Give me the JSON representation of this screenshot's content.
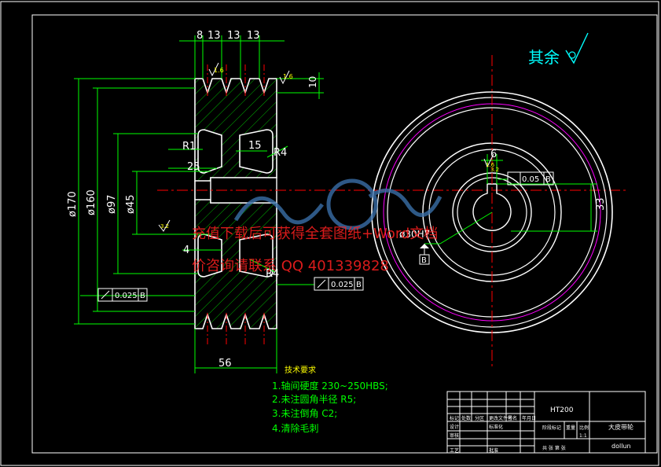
{
  "colors": {
    "background": "#000000",
    "outline": "#ffffff",
    "dimension": "#00ff00",
    "centerline": "#ff0000",
    "magenta": "#ff00ff",
    "cyan": "#00ffff",
    "yellow": "#ffff00",
    "watermark": "#ff2020",
    "watermark_logo": "#3a6fa8"
  },
  "roughness_note": {
    "text": "其余"
  },
  "dims": {
    "w8": "8",
    "w13a": "13",
    "w13b": "13",
    "w13c": "13",
    "d10": "10",
    "d170": "ø170",
    "d160": "ø160",
    "d97": "ø97",
    "d45": "ø45",
    "r1": "R1",
    "r4a": "R4",
    "r4b": "R4",
    "w15": "15",
    "w25": "25",
    "w4": "4",
    "w56": "56",
    "w6": "6",
    "h33": "33",
    "d30": "ø30H7",
    "rough1": "1.6",
    "rough2": "1.6",
    "rough3": "3.2",
    "rough4": "1.6",
    "rough5": "3.2"
  },
  "tolerances": {
    "left_value": "0.025",
    "left_datum": "B",
    "mid_value": "0.025",
    "mid_datum": "B",
    "right_value": "0.05",
    "right_datum": "B"
  },
  "datum": {
    "label": "B"
  },
  "notes": {
    "title": "技术要求",
    "lines": [
      "1.轴间硬度 230~250HBS;",
      "2.未注圆角半径 R5;",
      "3.未注倒角 C2;",
      "4.清除毛刺"
    ]
  },
  "watermark": {
    "line1": "充值下载后可获得全套图纸+Word文档",
    "line2": "价咨询请联系 QQ 401339828"
  },
  "title_block": {
    "material": "HT200",
    "part_name": "大皮带轮",
    "company": "dollun",
    "scale": "1:1",
    "sheet": "共 张 第 张",
    "ratio": "1:1",
    "h1": "标记",
    "h2": "处数",
    "h3": "分区",
    "h4": "更改文件号",
    "h5": "签名",
    "h6": "年月日",
    "r1": "设计",
    "r2": "审核",
    "r3": "工艺",
    "std": "标准化",
    "appr": "批准",
    "c1": "阶段标记",
    "c2": "重量",
    "c3": "比例"
  }
}
